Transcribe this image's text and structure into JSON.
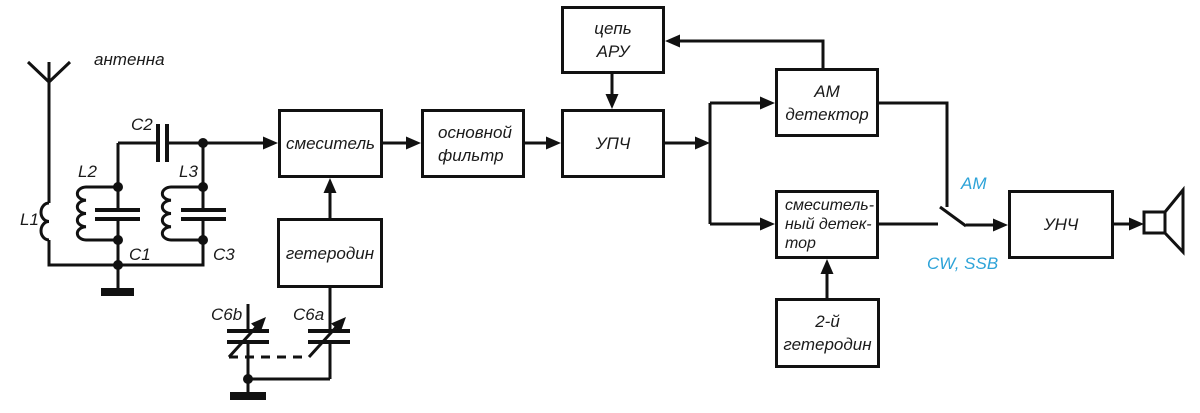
{
  "colors": {
    "line": "#111111",
    "mode_accent": "#2da3d8",
    "background": "#ffffff"
  },
  "annotations": {
    "antenna": "антенна",
    "l1": "L1",
    "l2": "L2",
    "l3": "L3",
    "c1": "C1",
    "c2": "C2",
    "c3": "C3",
    "c6b": "C6b",
    "c6a": "C6a",
    "mode_am": "AM",
    "mode_cw_ssb": "CW, SSB"
  },
  "blocks": {
    "mixer": {
      "line1": "смеситель"
    },
    "local_oscillator": {
      "line1": "гетеродин"
    },
    "main_filter": {
      "line1": "основной",
      "line2": "фильтр"
    },
    "agc_circuit": {
      "line1": "цепь",
      "line2": "АРУ"
    },
    "if_amplifier": {
      "line1": "УПЧ"
    },
    "am_detector": {
      "line1": "АМ",
      "line2": "детектор"
    },
    "mixing_detector": {
      "line1": "смеситель-",
      "line2": "ный детек-",
      "line3": "тор"
    },
    "second_oscillator": {
      "line1": "2-й",
      "line2": "гетеродин"
    },
    "af_amplifier": {
      "line1": "УНЧ"
    }
  },
  "icons": {
    "antenna": "antenna-icon",
    "ground": "ground-icon",
    "speaker": "speaker-icon",
    "switch": "mode-switch-icon"
  }
}
